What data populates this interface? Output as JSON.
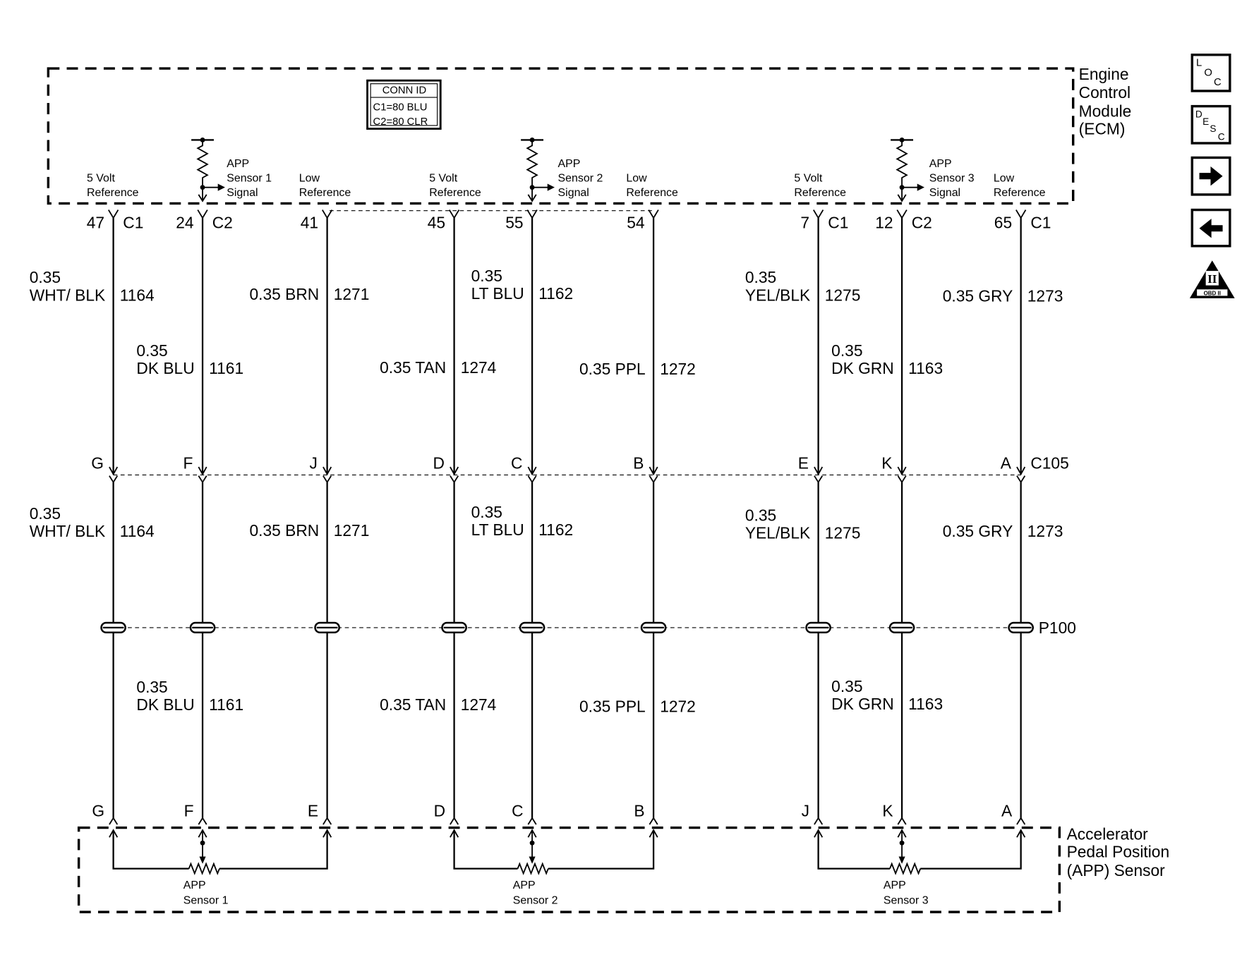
{
  "diagram": {
    "ecm_title": [
      "Engine",
      "Control",
      "Module",
      "(ECM)"
    ],
    "conn_id": {
      "header": "CONN ID",
      "rows": [
        "C1=80 BLU",
        "C2=80 CLR"
      ]
    },
    "c105_label": "C105",
    "p100_label": "P100",
    "sensor_title": [
      "Accelerator",
      "Pedal Position",
      "(APP) Sensor"
    ],
    "sensor_elements": [
      {
        "lines": [
          "APP",
          "Sensor 1"
        ]
      },
      {
        "lines": [
          "APP",
          "Sensor 2"
        ]
      },
      {
        "lines": [
          "APP",
          "Sensor 3"
        ]
      }
    ]
  },
  "wires": [
    {
      "ecm_pin": "47",
      "ecm_connector": "C1",
      "function": [
        "5 Volt",
        "Reference"
      ],
      "upper": {
        "lines": [
          "0.35",
          "WHT/ BLK"
        ],
        "circuit": "1164"
      },
      "c105_pin": "G",
      "middle": {
        "lines": [
          "0.35",
          "WHT/ BLK"
        ],
        "circuit": "1164"
      },
      "sensor_pin": "G"
    },
    {
      "ecm_pin": "24",
      "ecm_connector": "C2",
      "function": [
        "APP",
        "Sensor 1",
        "Signal"
      ],
      "upper": {
        "lines": [
          "0.35",
          "DK BLU"
        ],
        "circuit": "1161"
      },
      "c105_pin": "F",
      "lower": {
        "lines": [
          "0.35",
          "DK BLU"
        ],
        "circuit": "1161"
      },
      "sensor_pin": "F"
    },
    {
      "ecm_pin": "41",
      "function": [
        "Low",
        "Reference"
      ],
      "upper": {
        "lines": [
          "0.35 BRN"
        ],
        "circuit": "1271"
      },
      "c105_pin": "J",
      "middle": {
        "lines": [
          "0.35 BRN"
        ],
        "circuit": "1271"
      },
      "sensor_pin": "E"
    },
    {
      "ecm_pin": "45",
      "function": [
        "5 Volt",
        "Reference"
      ],
      "upper": {
        "lines": [
          "0.35 TAN"
        ],
        "circuit": "1274"
      },
      "c105_pin": "D",
      "lower": {
        "lines": [
          "0.35 TAN"
        ],
        "circuit": "1274"
      },
      "sensor_pin": "D"
    },
    {
      "ecm_pin": "55",
      "function": [
        "APP",
        "Sensor 2",
        "Signal"
      ],
      "upper": {
        "lines": [
          "0.35",
          "LT BLU"
        ],
        "circuit": "1162"
      },
      "c105_pin": "C",
      "middle": {
        "lines": [
          "0.35",
          "LT BLU"
        ],
        "circuit": "1162"
      },
      "sensor_pin": "C"
    },
    {
      "ecm_pin": "54",
      "function": [
        "Low",
        "Reference"
      ],
      "upper": {
        "lines": [
          "0.35 PPL"
        ],
        "circuit": "1272"
      },
      "c105_pin": "B",
      "lower": {
        "lines": [
          "0.35 PPL"
        ],
        "circuit": "1272"
      },
      "sensor_pin": "B"
    },
    {
      "ecm_pin": "7",
      "ecm_connector": "C1",
      "function": [
        "5 Volt",
        "Reference"
      ],
      "upper": {
        "lines": [
          "0.35",
          "YEL/BLK"
        ],
        "circuit": "1275"
      },
      "c105_pin": "E",
      "middle": {
        "lines": [
          "0.35",
          "YEL/BLK"
        ],
        "circuit": "1275"
      },
      "sensor_pin": "J"
    },
    {
      "ecm_pin": "12",
      "ecm_connector": "C2",
      "function": [
        "APP",
        "Sensor 3",
        "Signal"
      ],
      "upper": {
        "lines": [
          "0.35",
          "DK GRN"
        ],
        "circuit": "1163"
      },
      "c105_pin": "K",
      "lower": {
        "lines": [
          "0.35",
          "DK GRN"
        ],
        "circuit": "1163"
      },
      "sensor_pin": "K"
    },
    {
      "ecm_pin": "65",
      "ecm_connector": "C1",
      "function": [
        "Low",
        "Reference"
      ],
      "upper": {
        "lines": [
          "0.35 GRY"
        ],
        "circuit": "1273"
      },
      "c105_pin": "A",
      "middle": {
        "lines": [
          "0.35 GRY"
        ],
        "circuit": "1273"
      },
      "sensor_pin": "A"
    }
  ],
  "nav_icons": {
    "loc": [
      "L",
      "O",
      "C"
    ],
    "desc": [
      "D",
      "E",
      "S",
      "C"
    ],
    "next_icon": "arrow-right-icon",
    "prev_icon": "arrow-left-icon",
    "obd": {
      "mark": "II",
      "label": "OBD II"
    }
  }
}
